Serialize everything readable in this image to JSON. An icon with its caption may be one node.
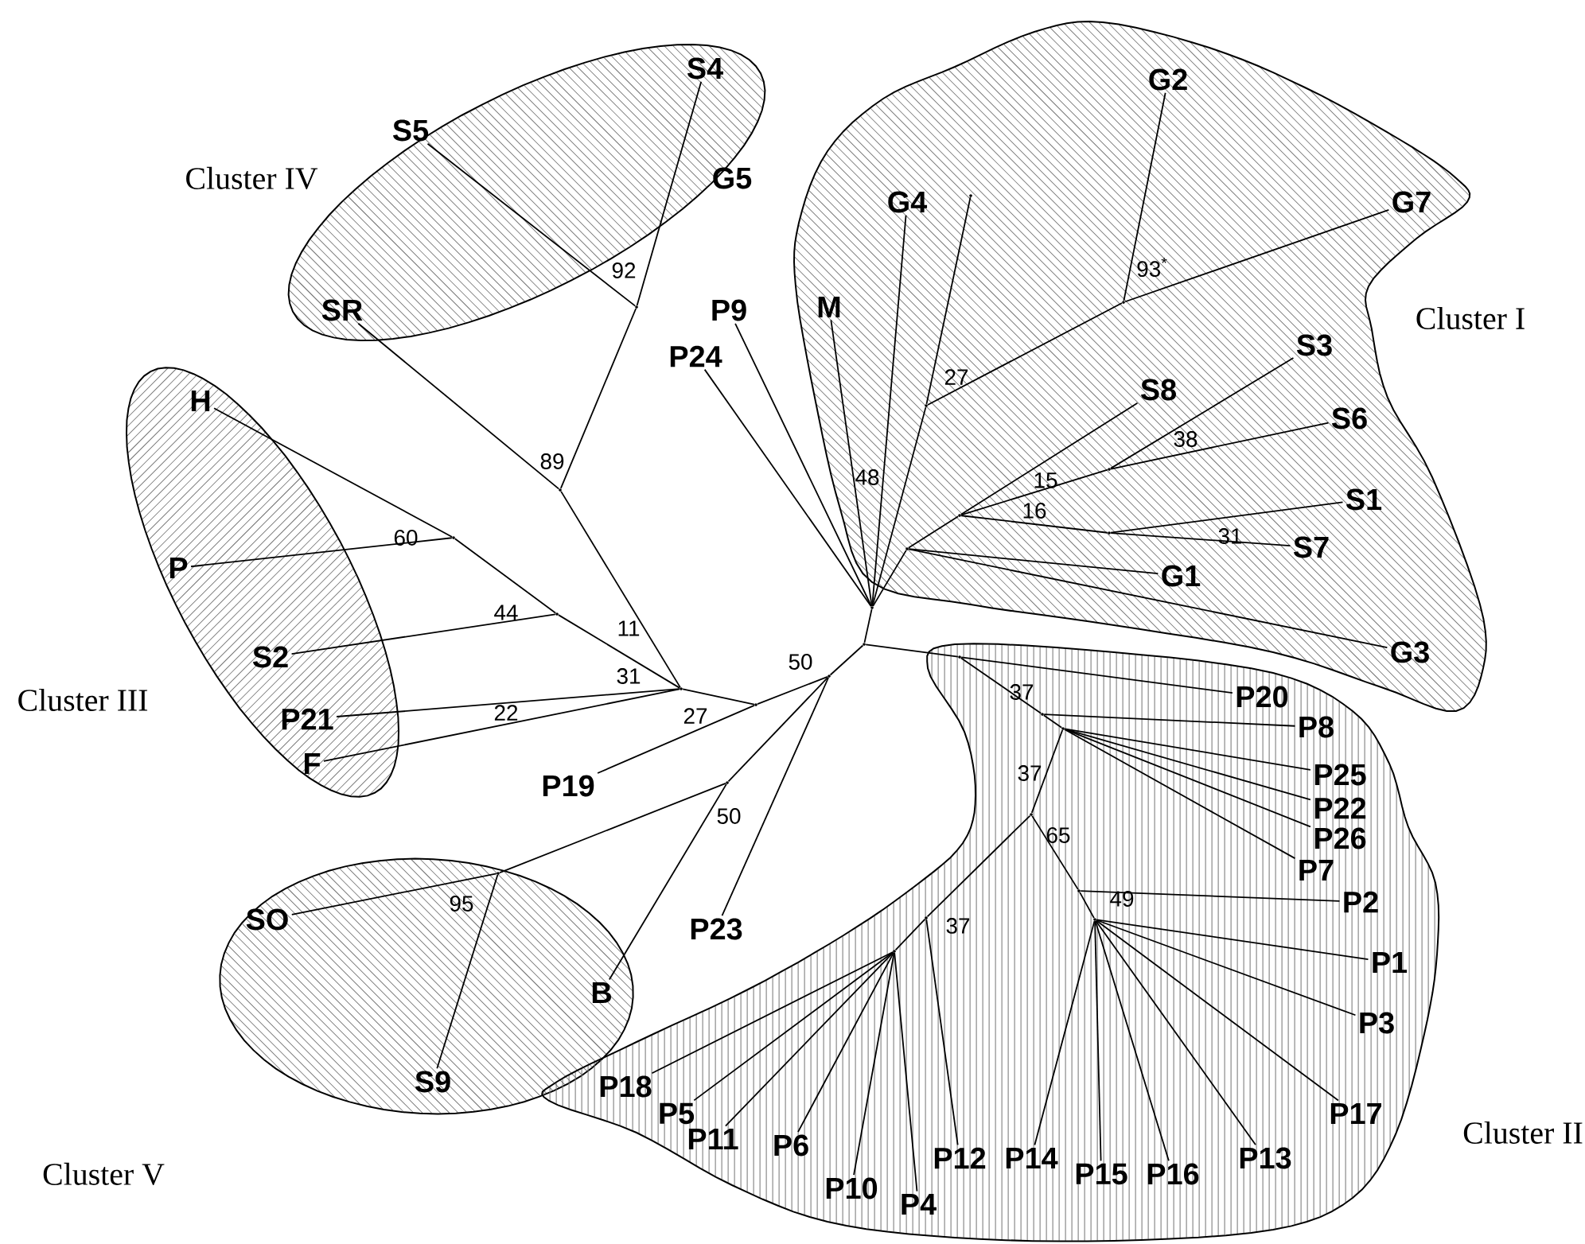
{
  "diagram": {
    "nodes": [
      {
        "text": [
          "Cluster IV"
        ]
      },
      {
        "text": [
          "S4"
        ],
        "in": 0
      },
      {
        "text": [
          "S5"
        ],
        "in": 0
      },
      {
        "text": [
          "SR"
        ],
        "in": 0
      },
      {
        "text": [
          "G5"
        ]
      },
      {
        "text": [
          "P9"
        ]
      },
      {
        "text": [
          "P24"
        ]
      },
      {
        "text": [
          "Cluster I"
        ]
      },
      {
        "text": [
          "G2"
        ],
        "in": 7
      },
      {
        "text": [
          "G4"
        ],
        "in": 7
      },
      {
        "text": [
          "G7"
        ],
        "in": 7
      },
      {
        "text": [
          "M"
        ],
        "in": 7
      },
      {
        "text": [
          "S3"
        ],
        "in": 7
      },
      {
        "text": [
          "S8"
        ],
        "in": 7
      },
      {
        "text": [
          "S6"
        ],
        "in": 7
      },
      {
        "text": [
          "S1"
        ],
        "in": 7
      },
      {
        "text": [
          "S7"
        ],
        "in": 7
      },
      {
        "text": [
          "G1"
        ],
        "in": 7
      },
      {
        "text": [
          "G3"
        ],
        "in": 7
      },
      {
        "text": [
          "Cluster III"
        ]
      },
      {
        "text": [
          "H"
        ],
        "in": 19
      },
      {
        "text": [
          "P"
        ],
        "in": 19
      },
      {
        "text": [
          "S2"
        ],
        "in": 19
      },
      {
        "text": [
          "P21"
        ],
        "in": 19
      },
      {
        "text": [
          "F"
        ],
        "in": 19
      },
      {
        "text": [
          "P19"
        ]
      },
      {
        "text": [
          "P23"
        ]
      },
      {
        "text": [
          "Cluster V"
        ]
      },
      {
        "text": [
          "SO"
        ],
        "in": 27
      },
      {
        "text": [
          "B"
        ],
        "in": 27
      },
      {
        "text": [
          "S9"
        ],
        "in": 27
      },
      {
        "text": [
          "Cluster II"
        ]
      },
      {
        "text": [
          "P20"
        ],
        "in": 31
      },
      {
        "text": [
          "P8"
        ],
        "in": 31
      },
      {
        "text": [
          "P25"
        ],
        "in": 31
      },
      {
        "text": [
          "P22"
        ],
        "in": 31
      },
      {
        "text": [
          "P26"
        ],
        "in": 31
      },
      {
        "text": [
          "P7"
        ],
        "in": 31
      },
      {
        "text": [
          "P2"
        ],
        "in": 31
      },
      {
        "text": [
          "P1"
        ],
        "in": 31
      },
      {
        "text": [
          "P3"
        ],
        "in": 31
      },
      {
        "text": [
          "P17"
        ],
        "in": 31
      },
      {
        "text": [
          "P13"
        ],
        "in": 31
      },
      {
        "text": [
          "P16"
        ],
        "in": 31
      },
      {
        "text": [
          "P15"
        ],
        "in": 31
      },
      {
        "text": [
          "P14"
        ],
        "in": 31
      },
      {
        "text": [
          "P12"
        ],
        "in": 31
      },
      {
        "text": [
          "P4"
        ],
        "in": 31
      },
      {
        "text": [
          "P10"
        ],
        "in": 31
      },
      {
        "text": [
          "P6"
        ],
        "in": 31
      },
      {
        "text": [
          "P11"
        ],
        "in": 31
      },
      {
        "text": [
          "P5"
        ],
        "in": 31
      },
      {
        "text": [
          "P18"
        ],
        "in": 31
      },
      {
        "text": [],
        "shape": "point"
      },
      {
        "text": [],
        "shape": "point"
      },
      {
        "text": [],
        "shape": "point"
      },
      {
        "text": [],
        "shape": "point"
      },
      {
        "text": [],
        "shape": "point"
      },
      {
        "text": [],
        "shape": "point"
      },
      {
        "text": [],
        "shape": "point"
      },
      {
        "text": [],
        "shape": "point"
      },
      {
        "text": [],
        "shape": "point"
      },
      {
        "text": [],
        "shape": "point"
      },
      {
        "text": [],
        "shape": "point",
        "in": 27
      },
      {
        "text": [],
        "shape": "point",
        "in": 7
      },
      {
        "text": [],
        "shape": "point",
        "in": 7
      },
      {
        "text": [],
        "shape": "point",
        "in": 7
      },
      {
        "text": [],
        "shape": "point",
        "in": 7
      },
      {
        "text": [],
        "shape": "point",
        "in": 7
      },
      {
        "text": [],
        "shape": "point",
        "in": 7
      },
      {
        "text": [],
        "shape": "point",
        "in": 7
      },
      {
        "text": [],
        "shape": "point",
        "in": 31
      },
      {
        "text": [],
        "shape": "point",
        "in": 31
      },
      {
        "text": [],
        "shape": "point",
        "in": 31
      },
      {
        "text": [],
        "shape": "point",
        "in": 31
      },
      {
        "text": [],
        "shape": "point",
        "in": 31
      },
      {
        "text": [],
        "shape": "point",
        "in": 31
      },
      {
        "text": [],
        "shape": "point",
        "in": 31
      },
      {
        "text": [],
        "shape": "point",
        "in": 31
      }
    ],
    "edges": [
      {
        "from": 56,
        "to": 1,
        "arrow": "none"
      },
      {
        "from": 56,
        "to": 2,
        "arrow": "none"
      },
      {
        "from": 57,
        "to": 3,
        "arrow": "none"
      },
      {
        "from": 53,
        "to": 5,
        "arrow": "none"
      },
      {
        "from": 53,
        "to": 6,
        "arrow": "none"
      },
      {
        "from": 66,
        "to": 8,
        "arrow": "none"
      },
      {
        "from": 53,
        "to": 9,
        "arrow": "none"
      },
      {
        "from": 66,
        "to": 10,
        "arrow": "none"
      },
      {
        "from": 53,
        "to": 11,
        "arrow": "none"
      },
      {
        "from": 69,
        "to": 12,
        "arrow": "none"
      },
      {
        "from": 68,
        "to": 13,
        "arrow": "none"
      },
      {
        "from": 69,
        "to": 14,
        "arrow": "none"
      },
      {
        "from": 70,
        "to": 15,
        "arrow": "none"
      },
      {
        "from": 70,
        "to": 16,
        "arrow": "none"
      },
      {
        "from": 67,
        "to": 17,
        "arrow": "none"
      },
      {
        "from": 67,
        "to": 18,
        "arrow": "none"
      },
      {
        "from": 58,
        "to": 20,
        "arrow": "none"
      },
      {
        "from": 58,
        "to": 21,
        "arrow": "none"
      },
      {
        "from": 59,
        "to": 22,
        "arrow": "none"
      },
      {
        "from": 60,
        "to": 23,
        "arrow": "none"
      },
      {
        "from": 60,
        "to": 24,
        "arrow": "none"
      },
      {
        "from": 61,
        "to": 25,
        "arrow": "none"
      },
      {
        "from": 55,
        "to": 26,
        "arrow": "none"
      },
      {
        "from": 63,
        "to": 28,
        "arrow": "none"
      },
      {
        "from": 62,
        "to": 29,
        "arrow": "none"
      },
      {
        "from": 63,
        "to": 30,
        "arrow": "none"
      },
      {
        "from": 71,
        "to": 32,
        "arrow": "none"
      },
      {
        "from": 72,
        "to": 33,
        "arrow": "none"
      },
      {
        "from": 73,
        "to": 34,
        "arrow": "none"
      },
      {
        "from": 73,
        "to": 35,
        "arrow": "none"
      },
      {
        "from": 73,
        "to": 36,
        "arrow": "none"
      },
      {
        "from": 73,
        "to": 37,
        "arrow": "none"
      },
      {
        "from": 77,
        "to": 38,
        "arrow": "none"
      },
      {
        "from": 78,
        "to": 39,
        "arrow": "none"
      },
      {
        "from": 78,
        "to": 40,
        "arrow": "none"
      },
      {
        "from": 78,
        "to": 41,
        "arrow": "none"
      },
      {
        "from": 78,
        "to": 42,
        "arrow": "none"
      },
      {
        "from": 78,
        "to": 43,
        "arrow": "none"
      },
      {
        "from": 78,
        "to": 44,
        "arrow": "none"
      },
      {
        "from": 78,
        "to": 45,
        "arrow": "none"
      },
      {
        "from": 75,
        "to": 46,
        "arrow": "none"
      },
      {
        "from": 76,
        "to": 47,
        "arrow": "none"
      },
      {
        "from": 76,
        "to": 48,
        "arrow": "none"
      },
      {
        "from": 76,
        "to": 49,
        "arrow": "none"
      },
      {
        "from": 76,
        "to": 50,
        "arrow": "none"
      },
      {
        "from": 76,
        "to": 51,
        "arrow": "none"
      },
      {
        "from": 76,
        "to": 52,
        "arrow": "none"
      },
      {
        "from": 53,
        "to": 54,
        "arrow": "none"
      },
      {
        "from": 54,
        "to": 55,
        "arrow": "none"
      },
      {
        "from": 56,
        "to": 57,
        "arrow": "none"
      },
      {
        "from": 57,
        "to": 60,
        "arrow": "none"
      },
      {
        "from": 58,
        "to": 59,
        "arrow": "none"
      },
      {
        "from": 59,
        "to": 60,
        "arrow": "none"
      },
      {
        "from": 60,
        "to": 61,
        "arrow": "none"
      },
      {
        "from": 61,
        "to": 55,
        "arrow": "none"
      },
      {
        "from": 55,
        "to": 62,
        "arrow": "none"
      },
      {
        "from": 62,
        "to": 63,
        "arrow": "none"
      },
      {
        "from": 53,
        "to": 64,
        "arrow": "none"
      },
      {
        "from": 64,
        "to": 65,
        "arrow": "none"
      },
      {
        "from": 64,
        "to": 66,
        "arrow": "none"
      },
      {
        "from": 53,
        "to": 67,
        "arrow": "none"
      },
      {
        "from": 67,
        "to": 68,
        "arrow": "none"
      },
      {
        "from": 68,
        "to": 69,
        "arrow": "none"
      },
      {
        "from": 68,
        "to": 70,
        "arrow": "none"
      },
      {
        "from": 54,
        "to": 71,
        "arrow": "none"
      },
      {
        "from": 71,
        "to": 72,
        "arrow": "none"
      },
      {
        "from": 72,
        "to": 73,
        "arrow": "none"
      },
      {
        "from": 73,
        "to": 74,
        "arrow": "none"
      },
      {
        "from": 74,
        "to": 75,
        "arrow": "none"
      },
      {
        "from": 75,
        "to": 76,
        "arrow": "none"
      },
      {
        "from": 74,
        "to": 77,
        "arrow": "none"
      },
      {
        "from": 77,
        "to": 78,
        "arrow": "none"
      }
    ],
    "labels": [
      "92",
      "93$^{*}$",
      "27",
      "38",
      "89",
      "15",
      "48",
      "16",
      "31",
      "60",
      "44",
      "11",
      "50",
      "31",
      "37",
      "27",
      "22",
      "37",
      "50",
      "65",
      "95",
      "49",
      "37"
    ]
  }
}
